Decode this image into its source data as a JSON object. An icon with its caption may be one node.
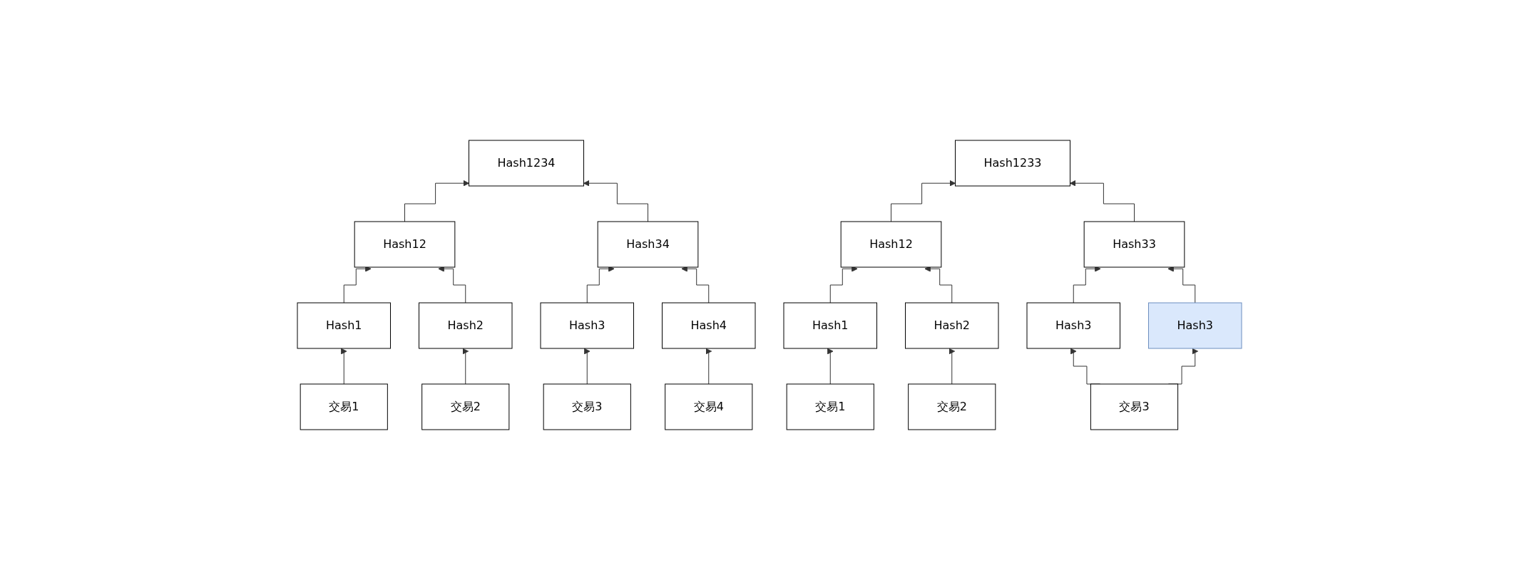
{
  "diagram": {
    "nodes": [
      {
        "text": [
          "Hash1234"
        ]
      },
      {
        "text": [
          "Hash12"
        ]
      },
      {
        "text": [
          "Hash34"
        ]
      },
      {
        "text": [
          "Hash1"
        ]
      },
      {
        "text": [
          "Hash2"
        ]
      },
      {
        "text": [
          "Hash3"
        ]
      },
      {
        "text": [
          "Hash4"
        ]
      },
      {
        "text": [
          "交易1"
        ]
      },
      {
        "text": [
          "交易2"
        ]
      },
      {
        "text": [
          "交易3"
        ]
      },
      {
        "text": [
          "交易4"
        ]
      },
      {
        "text": [
          "Hash1233"
        ]
      },
      {
        "text": [
          "Hash12"
        ]
      },
      {
        "text": [
          "Hash33"
        ]
      },
      {
        "text": [
          "Hash1"
        ]
      },
      {
        "text": [
          "Hash2"
        ]
      },
      {
        "text": [
          "Hash3"
        ]
      },
      {
        "text": [
          "Hash3"
        ]
      },
      {
        "text": [
          "交易1"
        ]
      },
      {
        "text": [
          "交易2"
        ]
      },
      {
        "text": [
          "交易3"
        ]
      }
    ],
    "edges": [
      {
        "from": 1,
        "to": 0,
        "arrow": "to"
      },
      {
        "from": 2,
        "to": 0,
        "arrow": "to"
      },
      {
        "from": 3,
        "to": 1,
        "arrow": "to"
      },
      {
        "from": 4,
        "to": 1,
        "arrow": "to"
      },
      {
        "from": 5,
        "to": 2,
        "arrow": "to"
      },
      {
        "from": 6,
        "to": 2,
        "arrow": "to"
      },
      {
        "from": 7,
        "to": 3,
        "arrow": "to"
      },
      {
        "from": 8,
        "to": 4,
        "arrow": "to"
      },
      {
        "from": 9,
        "to": 5,
        "arrow": "to"
      },
      {
        "from": 10,
        "to": 6,
        "arrow": "to"
      },
      {
        "from": 12,
        "to": 11,
        "arrow": "to"
      },
      {
        "from": 13,
        "to": 11,
        "arrow": "to"
      },
      {
        "from": 14,
        "to": 12,
        "arrow": "to"
      },
      {
        "from": 15,
        "to": 12,
        "arrow": "to"
      },
      {
        "from": 16,
        "to": 13,
        "arrow": "to"
      },
      {
        "from": 17,
        "to": 13,
        "arrow": "to"
      },
      {
        "from": 18,
        "to": 14,
        "arrow": "to"
      },
      {
        "from": 19,
        "to": 15,
        "arrow": "to"
      },
      {
        "from": 20,
        "to": 16,
        "arrow": "to"
      },
      {
        "from": 20,
        "to": 17,
        "arrow": "to"
      }
    ]
  }
}
